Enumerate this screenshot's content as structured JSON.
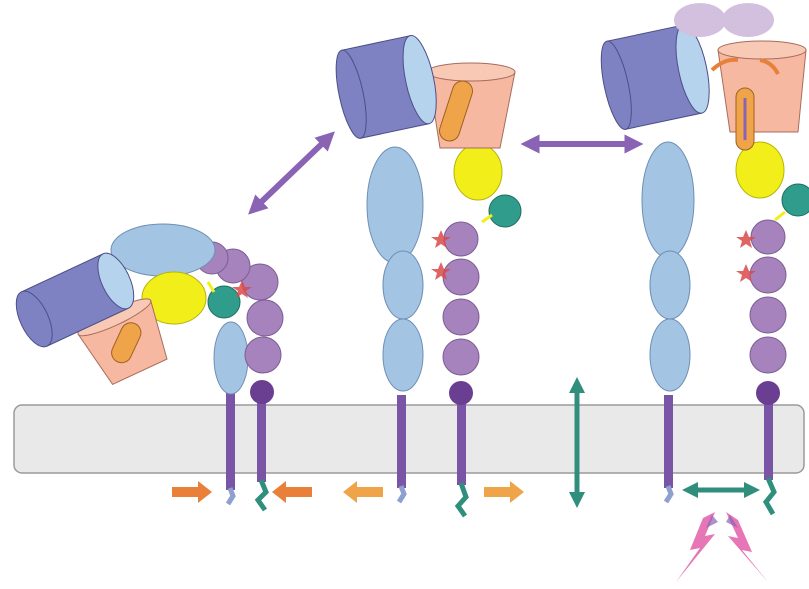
{
  "diagram": {
    "subject": "integrin-receptor-conformational-states",
    "labels": [],
    "colors": {
      "membrane": "#e9e9ea",
      "membrane_edge": "#9a9a9c",
      "beta_propeller": "#7e82c2",
      "beta_i_domain": "#f6b8a0",
      "thigh_calf": "#a3c5e3",
      "hybrid_domain": "#f2ee1a",
      "psi_domain": "#2f9c8c",
      "egf_repeats": "#a783bd",
      "cytoplasmic_tail": "#7a55a6",
      "alpha_tail": "#8e9fd0",
      "beta_tail": "#2f8f7c",
      "arrow_purple": "#8a63b5",
      "arrow_teal": "#2f8f7c",
      "arrow_orange_dark": "#e8803a",
      "arrow_orange_light": "#f0a44a",
      "ligand": "#d2c0de",
      "lightning": "#e676b6",
      "star": "#d94a4a"
    },
    "states": [
      {
        "name": "bent-inactive"
      },
      {
        "name": "extended-closed"
      },
      {
        "name": "extended-open-ligand-bound"
      }
    ]
  }
}
